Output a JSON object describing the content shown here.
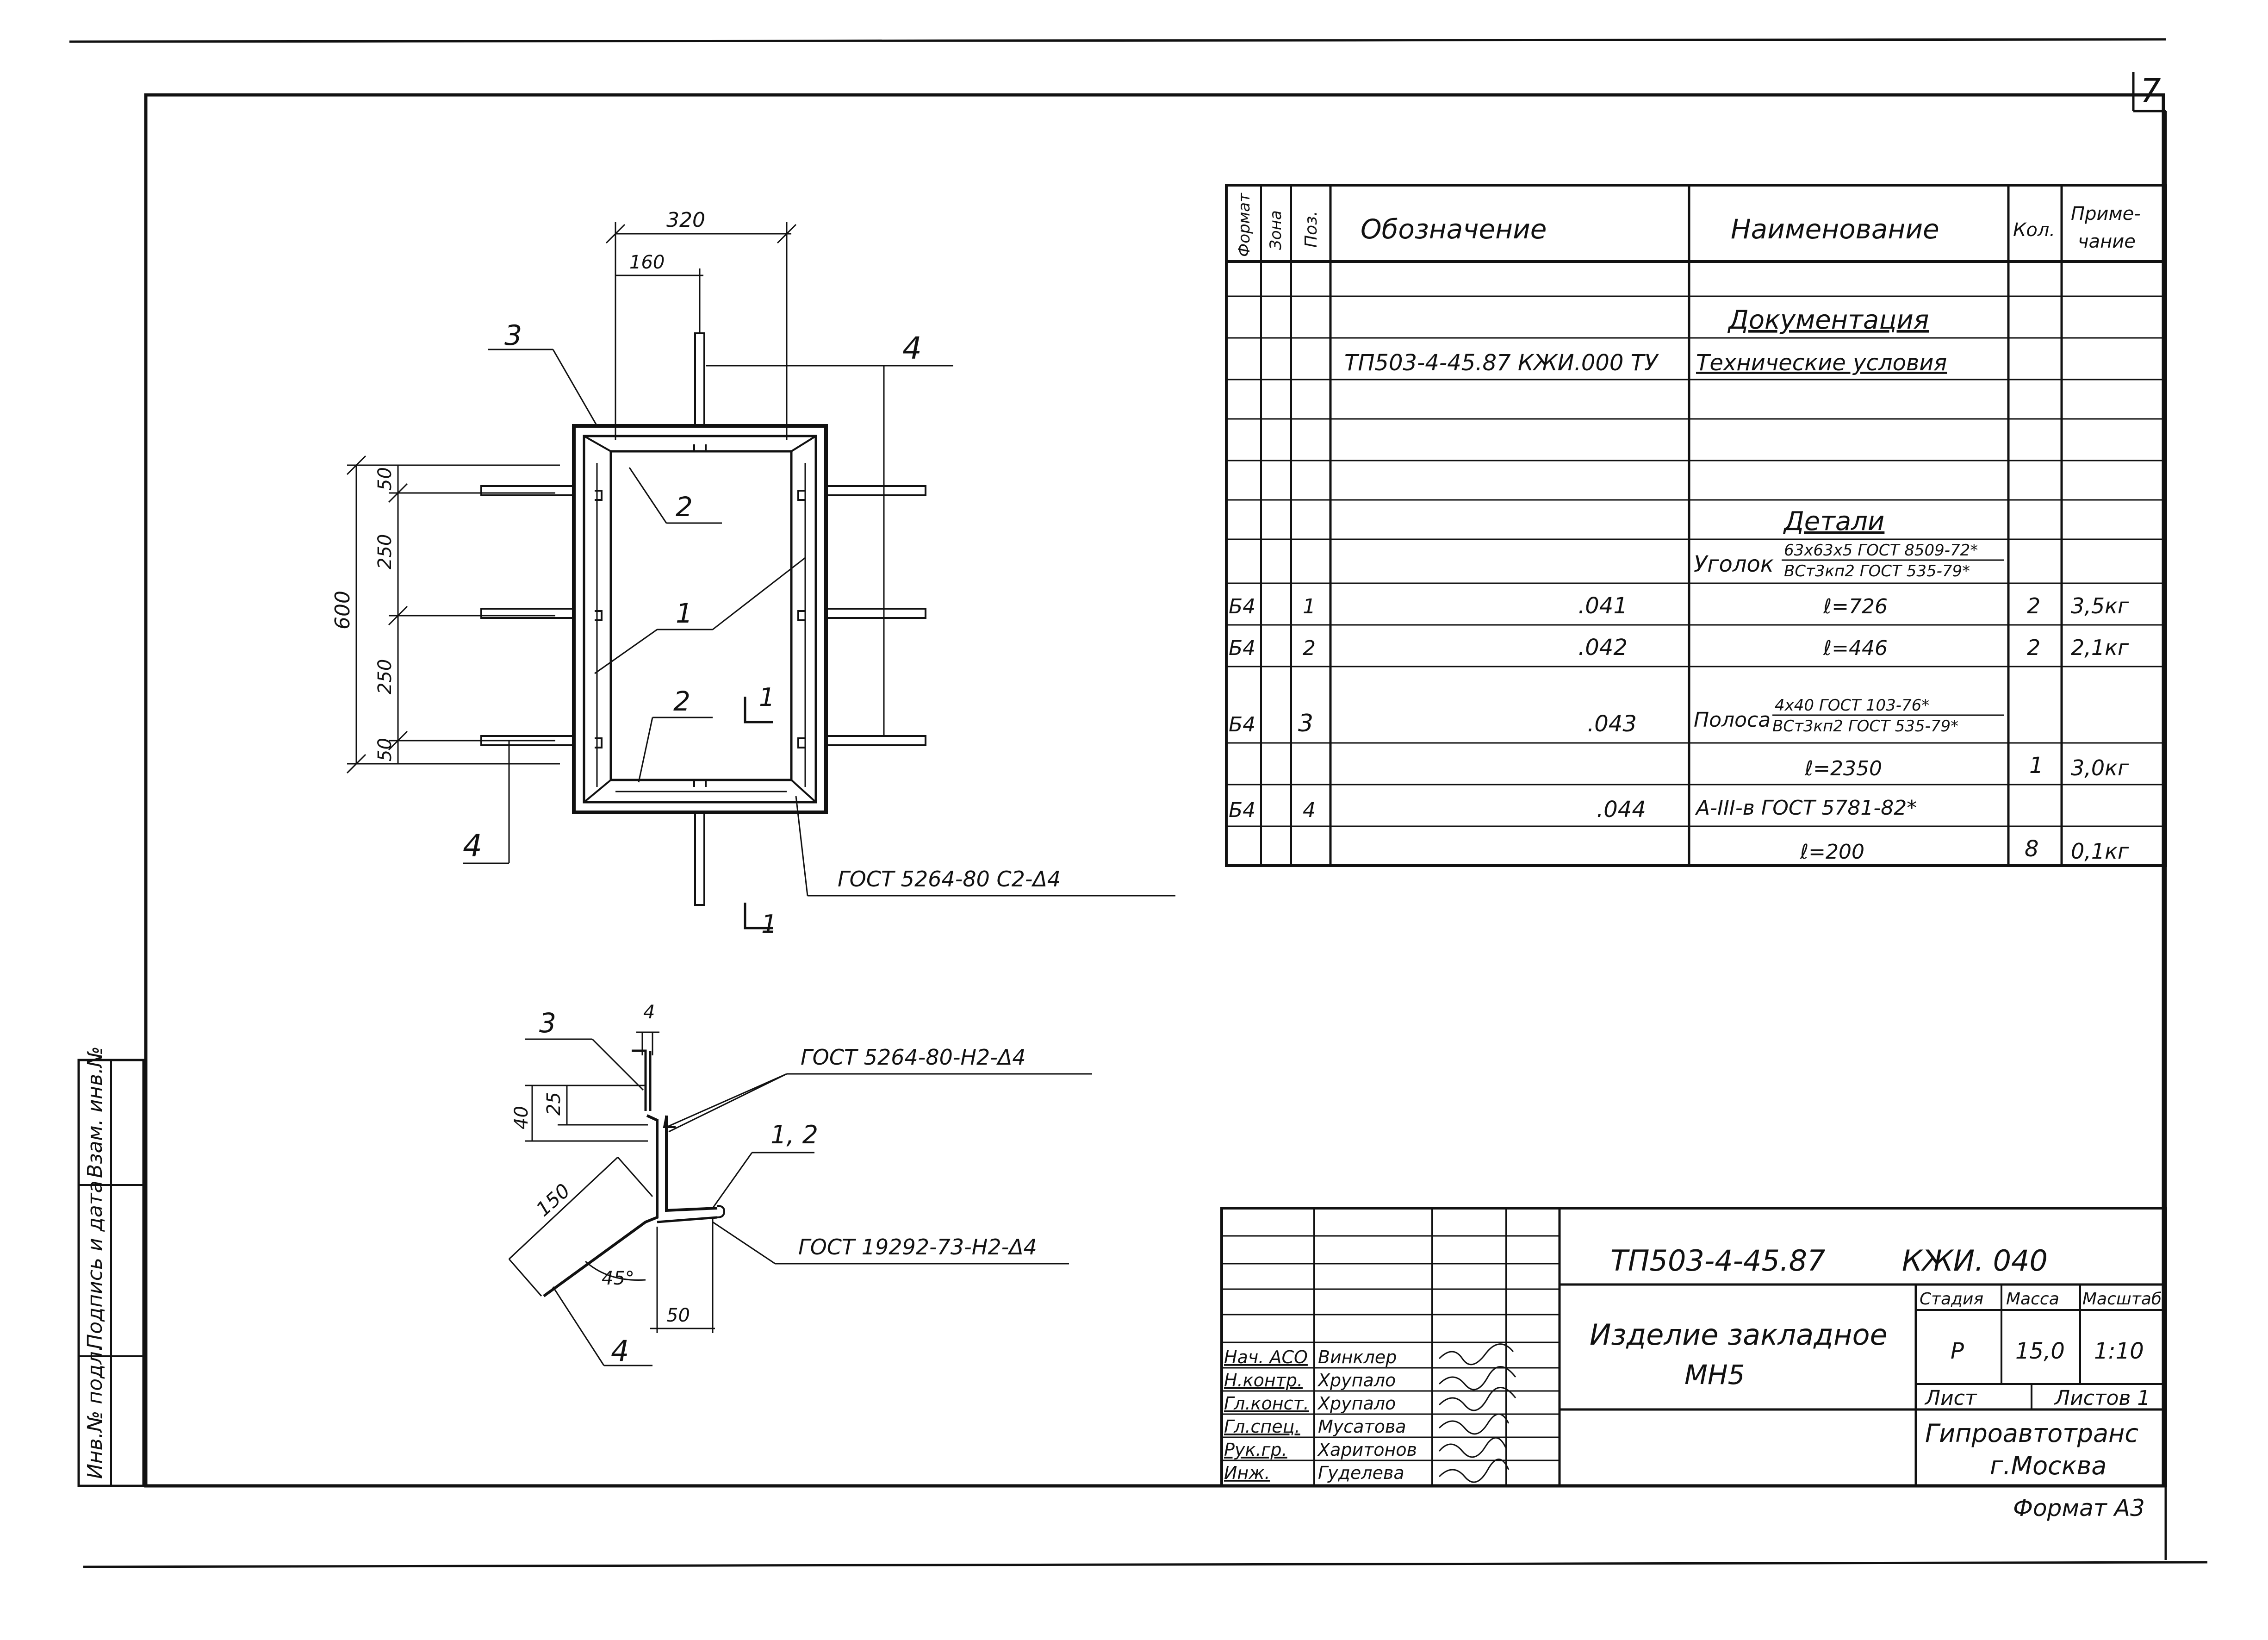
{
  "sheet": {
    "page_number": "7",
    "format_note": "Формат А3"
  },
  "side_stamp": {
    "cells": [
      "Инв.№ подл.",
      "Подпись и дата",
      "Взам. инв.№"
    ]
  },
  "spec_table": {
    "headers": {
      "format": "Формат",
      "zone": "Зона",
      "pos": "Поз.",
      "designation": "Обозначение",
      "name": "Наименование",
      "qty": "Кол.",
      "note_line1": "Приме-",
      "note_line2": "чание"
    },
    "section_docs": "Документация",
    "doc_row": {
      "designation": "ТП503-4-45.87 КЖИ.000 ТУ",
      "name": "Технические условия"
    },
    "section_details": "Детали",
    "angle_material": {
      "prefix": "Уголок",
      "top": "63x63x5 ГОСТ 8509-72*",
      "bottom": "ВСт3кп2 ГОСТ 535-79*"
    },
    "strip_material": {
      "prefix": "Полоса",
      "top": "4x40 ГОСТ 103-76*",
      "bottom": "ВСт3кп2 ГОСТ 535-79*"
    },
    "rows": [
      {
        "format": "Б4",
        "pos": "1",
        "designation": ".041",
        "name": "ℓ=726",
        "qty": "2",
        "note": "3,5кг"
      },
      {
        "format": "Б4",
        "pos": "2",
        "designation": ".042",
        "name": "ℓ=446",
        "qty": "2",
        "note": "2,1кг"
      },
      {
        "format": "Б4",
        "pos": "3",
        "designation": ".043",
        "name": "",
        "qty": "",
        "note": ""
      },
      {
        "format": "",
        "pos": "",
        "designation": "",
        "name": "ℓ=2350",
        "qty": "1",
        "note": "3,0кг"
      },
      {
        "format": "Б4",
        "pos": "4",
        "designation": ".044",
        "name": "A-III-в ГОСТ 5781-82*",
        "qty": "",
        "note": ""
      },
      {
        "format": "",
        "pos": "",
        "designation": "",
        "name": "ℓ=200",
        "qty": "8",
        "note": "0,1кг"
      }
    ]
  },
  "plan_view": {
    "dims": [
      "320",
      "160",
      "600",
      "50",
      "250",
      "250",
      "50"
    ],
    "callouts": [
      "1",
      "2",
      "2",
      "3",
      "4",
      "4"
    ],
    "section_mark": "1",
    "weld_note": "ГОСТ 5264-80 С2-Δ4"
  },
  "section_view": {
    "dims": [
      "4",
      "40",
      "25",
      "150",
      "45°",
      "50"
    ],
    "callouts": [
      "3",
      "1, 2",
      "4"
    ],
    "weld_note_1": "ГОСТ 5264-80-Н2-Δ4",
    "weld_note_2": "ГОСТ 19292-73-Н2-Δ4"
  },
  "title_block": {
    "doc_code": "ТП503-4-45.87",
    "doc_suffix": "КЖИ. 040",
    "title_line1": "Изделие закладное",
    "title_line2": "МН5",
    "stage_label": "Стадия",
    "mass_label": "Масса",
    "scale_label": "Масштаб",
    "stage": "Р",
    "mass": "15,0",
    "scale": "1:10",
    "sheet_label": "Лист",
    "sheets_label": "Листов 1",
    "org_line1": "Гипроавтотранс",
    "org_line2": "г.Москва",
    "signatures": [
      {
        "role": "Нач. АСО",
        "name": "Винклер"
      },
      {
        "role": "Н.контр.",
        "name": "Хрупало"
      },
      {
        "role": "Гл.конст.",
        "name": "Хрупало"
      },
      {
        "role": "Гл.спец.",
        "name": "Мусатова"
      },
      {
        "role": "Рук.гр.",
        "name": "Харитонов"
      },
      {
        "role": "Инж.",
        "name": "Гуделева"
      }
    ]
  }
}
